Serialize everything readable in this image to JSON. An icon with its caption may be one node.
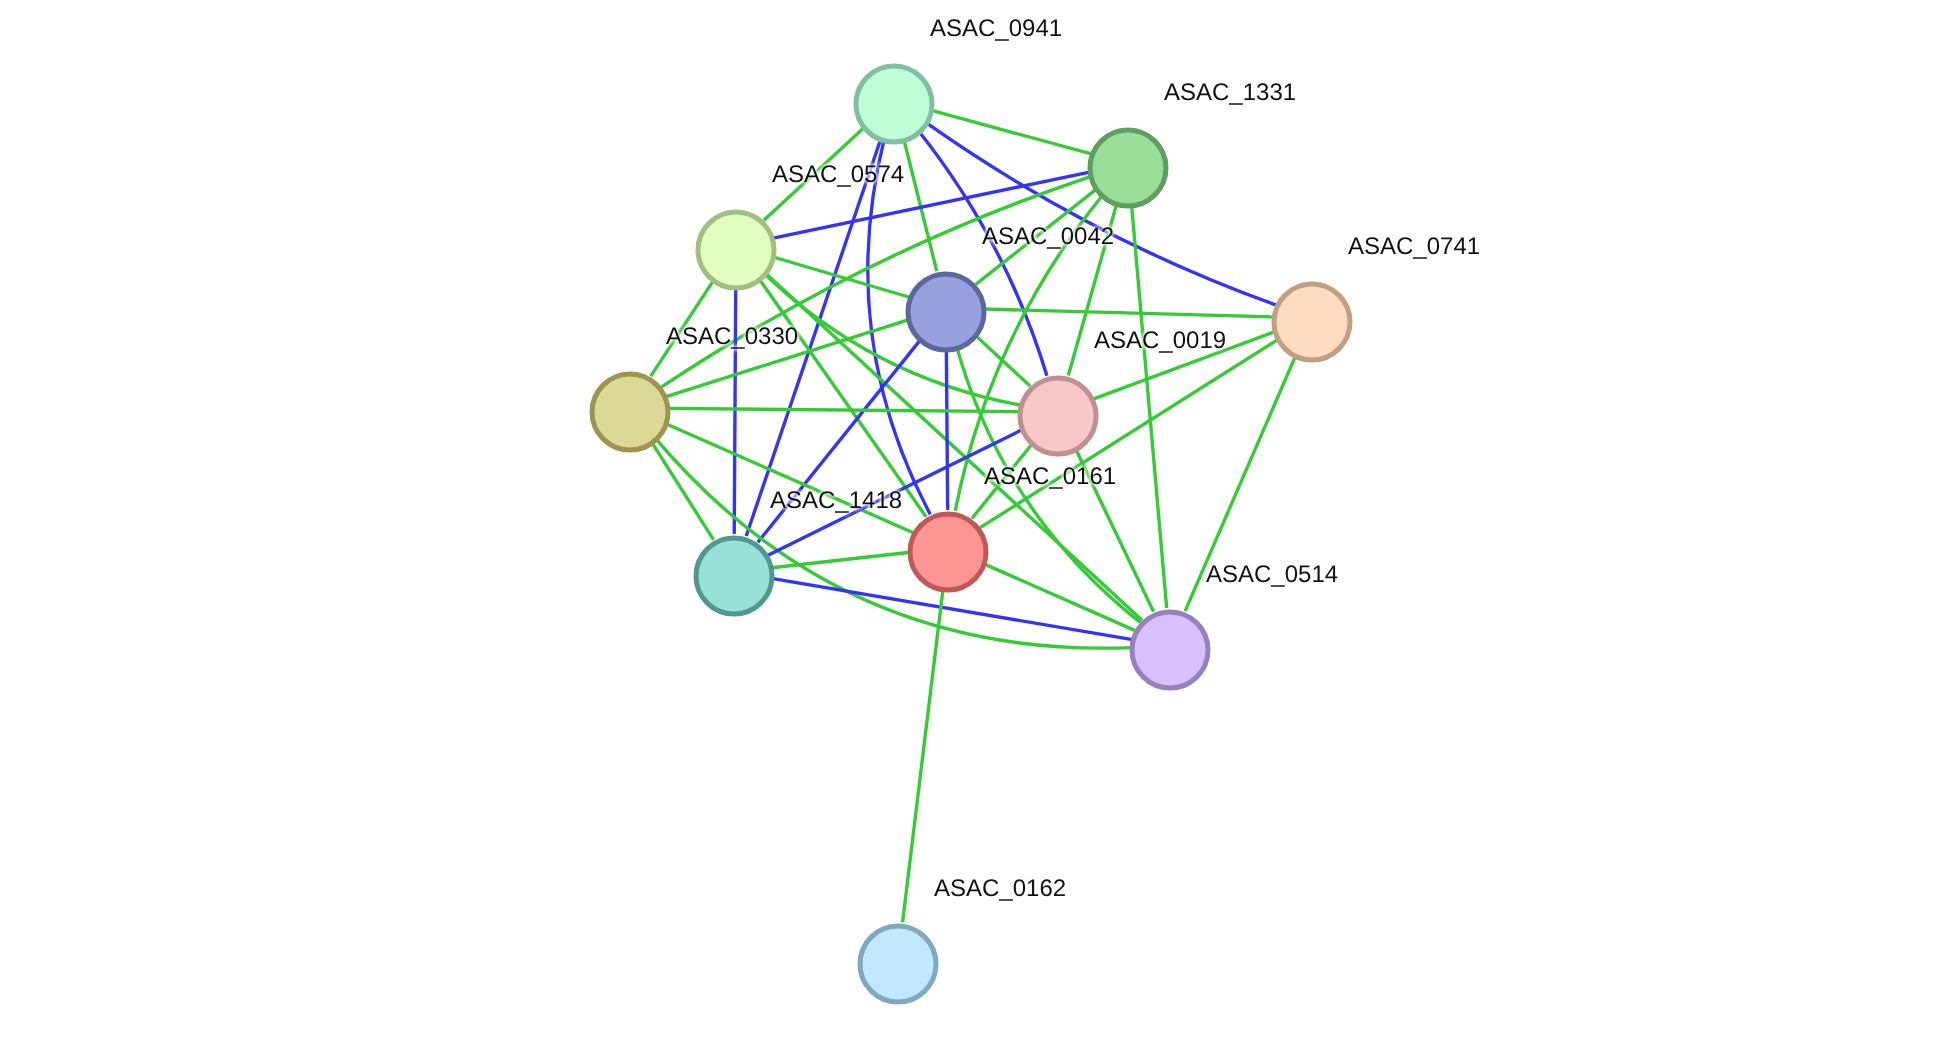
{
  "diagram": {
    "nodes": [
      {
        "text": [
          "ASAC_0941"
        ]
      },
      {
        "text": [
          "ASAC_1331"
        ]
      },
      {
        "text": [
          "ASAC_0574"
        ]
      },
      {
        "text": [
          "ASAC_0042"
        ]
      },
      {
        "text": [
          "ASAC_0741"
        ]
      },
      {
        "text": [
          "ASAC_0330"
        ]
      },
      {
        "text": [
          "ASAC_0019"
        ]
      },
      {
        "text": [
          "ASAC_1418"
        ]
      },
      {
        "text": [
          "ASAC_0161"
        ]
      },
      {
        "text": [
          "ASAC_0514"
        ]
      },
      {
        "text": [
          "ASAC_0162"
        ]
      }
    ],
    "edges": [
      {
        "from": 0,
        "to": 1,
        "arrow": "none",
        "color": "#33cc33"
      },
      {
        "from": 0,
        "to": 2,
        "arrow": "none",
        "color": "#33cc33"
      },
      {
        "from": 0,
        "to": 3,
        "arrow": "none",
        "color": "#33cc33"
      },
      {
        "from": 0,
        "to": 4,
        "arrow": "none",
        "color": "#3333ff"
      },
      {
        "from": 0,
        "to": 6,
        "arrow": "none",
        "color": "#3333ff"
      },
      {
        "from": 0,
        "to": 7,
        "arrow": "none",
        "color": "#3333ff"
      },
      {
        "from": 0,
        "to": 8,
        "arrow": "none",
        "color": "#3333ff"
      },
      {
        "from": 1,
        "to": 2,
        "arrow": "none",
        "color": "#3333ff"
      },
      {
        "from": 1,
        "to": 3,
        "arrow": "none",
        "color": "#33cc33"
      },
      {
        "from": 1,
        "to": 5,
        "arrow": "none",
        "color": "#33cc33"
      },
      {
        "from": 1,
        "to": 6,
        "arrow": "none",
        "color": "#33cc33"
      },
      {
        "from": 1,
        "to": 8,
        "arrow": "none",
        "color": "#33cc33"
      },
      {
        "from": 1,
        "to": 9,
        "arrow": "none",
        "color": "#33cc33"
      },
      {
        "from": 2,
        "to": 3,
        "arrow": "none",
        "color": "#33cc33"
      },
      {
        "from": 2,
        "to": 5,
        "arrow": "none",
        "color": "#33cc33"
      },
      {
        "from": 2,
        "to": 6,
        "arrow": "none",
        "color": "#33cc33"
      },
      {
        "from": 2,
        "to": 7,
        "arrow": "none",
        "color": "#3333ff"
      },
      {
        "from": 2,
        "to": 8,
        "arrow": "none",
        "color": "#33cc33"
      },
      {
        "from": 2,
        "to": 9,
        "arrow": "none",
        "color": "#33cc33"
      },
      {
        "from": 3,
        "to": 4,
        "arrow": "none",
        "color": "#33cc33"
      },
      {
        "from": 3,
        "to": 5,
        "arrow": "none",
        "color": "#33cc33"
      },
      {
        "from": 3,
        "to": 6,
        "arrow": "none",
        "color": "#33cc33"
      },
      {
        "from": 3,
        "to": 7,
        "arrow": "none",
        "color": "#3333ff"
      },
      {
        "from": 3,
        "to": 8,
        "arrow": "none",
        "color": "#3333ff"
      },
      {
        "from": 3,
        "to": 9,
        "arrow": "none",
        "color": "#33cc33"
      },
      {
        "from": 4,
        "to": 6,
        "arrow": "none",
        "color": "#33cc33"
      },
      {
        "from": 4,
        "to": 8,
        "arrow": "none",
        "color": "#33cc33"
      },
      {
        "from": 4,
        "to": 9,
        "arrow": "none",
        "color": "#33cc33"
      },
      {
        "from": 5,
        "to": 6,
        "arrow": "none",
        "color": "#33cc33"
      },
      {
        "from": 5,
        "to": 7,
        "arrow": "none",
        "color": "#33cc33"
      },
      {
        "from": 5,
        "to": 8,
        "arrow": "none",
        "color": "#33cc33"
      },
      {
        "from": 5,
        "to": 9,
        "arrow": "none",
        "color": "#33cc33"
      },
      {
        "from": 6,
        "to": 7,
        "arrow": "none",
        "color": "#3333ff"
      },
      {
        "from": 6,
        "to": 8,
        "arrow": "none",
        "color": "#33cc33"
      },
      {
        "from": 6,
        "to": 9,
        "arrow": "none",
        "color": "#33cc33"
      },
      {
        "from": 7,
        "to": 8,
        "arrow": "none",
        "color": "#33cc33"
      },
      {
        "from": 7,
        "to": 9,
        "arrow": "none",
        "color": "#3333ff"
      },
      {
        "from": 8,
        "to": 9,
        "arrow": "none",
        "color": "#33cc33"
      },
      {
        "from": 8,
        "to": 10,
        "arrow": "none",
        "color": "#33cc33"
      }
    ]
  }
}
